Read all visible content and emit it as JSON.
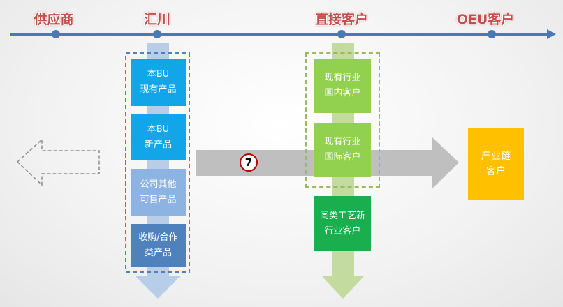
{
  "timeline": {
    "stages": [
      "供应商",
      "汇川",
      "直接客户",
      "OEU客户"
    ]
  },
  "products": [
    {
      "label": "本BU\n现有产品",
      "color": "#12a5e8"
    },
    {
      "label": "本BU\n新产品",
      "color": "#12a5e8"
    },
    {
      "label": "公司其他\n可售产品",
      "color": "#8db3e2"
    },
    {
      "label": "收购/合作\n类产品",
      "color": "#4f81bd"
    }
  ],
  "customers": [
    {
      "label": "现有行业\n国内客户",
      "color": "#92d050"
    },
    {
      "label": "现有行业\n国际客户",
      "color": "#92d050"
    },
    {
      "label": "同类工艺新\n行业客户",
      "color": "#1aae4f"
    }
  ],
  "badge": "7",
  "target": {
    "label": "产业链\n客户",
    "color": "#ffc000"
  }
}
